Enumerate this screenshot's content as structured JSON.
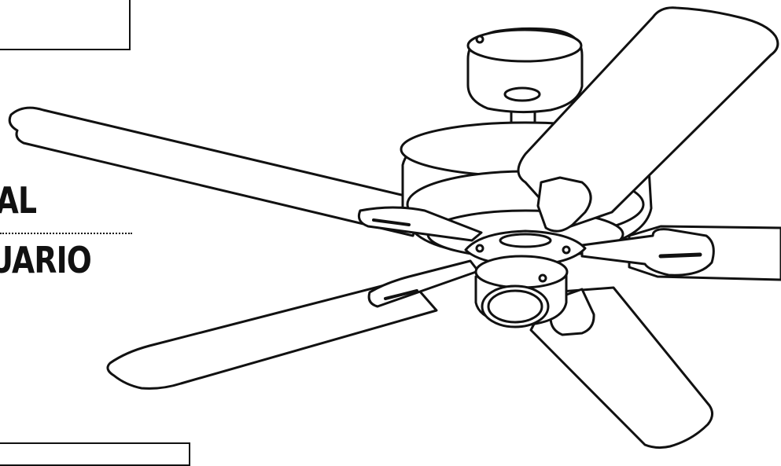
{
  "manual": {
    "title_line1": "UAL",
    "title_line2": "SUARIO"
  },
  "colors": {
    "ink": "#111111",
    "paper": "#ffffff"
  },
  "illustration": {
    "subject": "ceiling-fan",
    "blade_count": 5
  }
}
